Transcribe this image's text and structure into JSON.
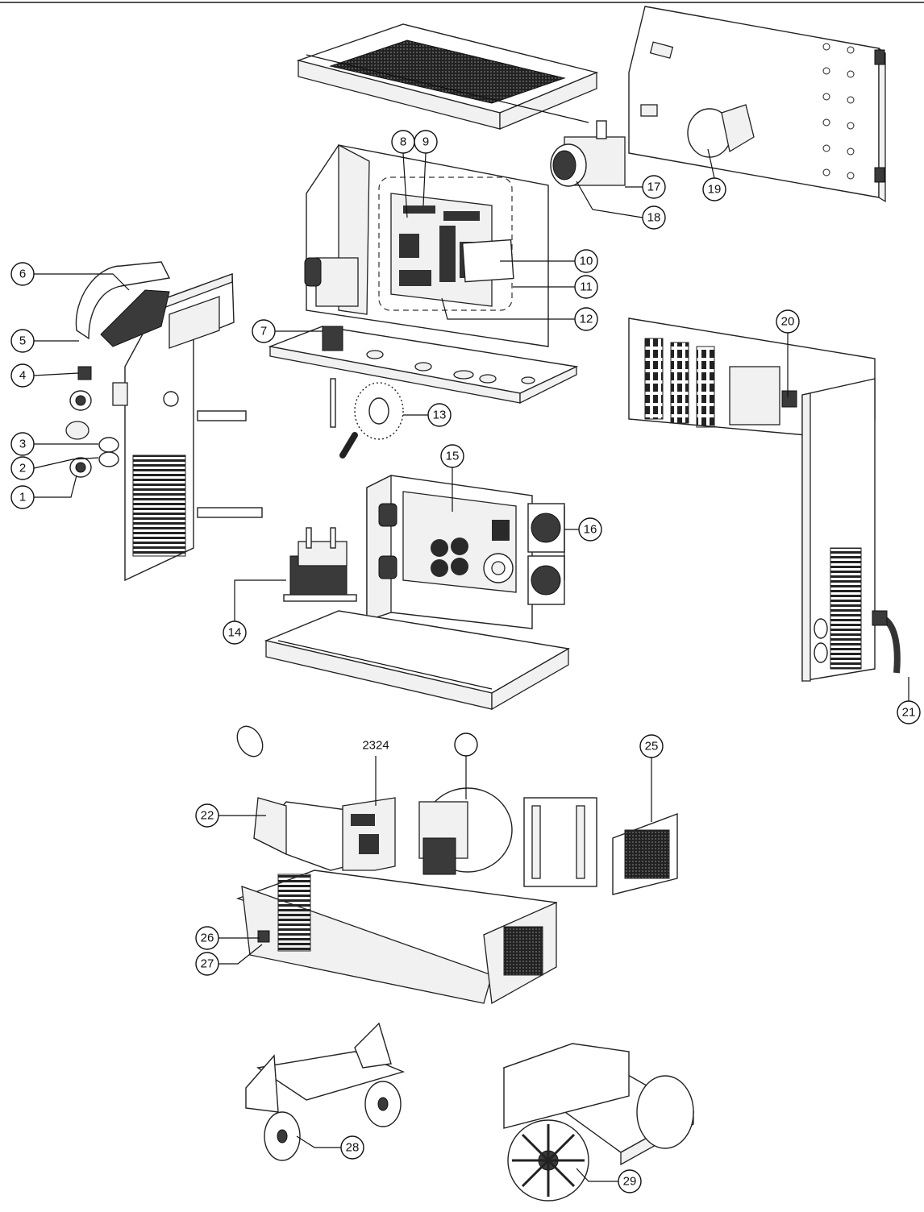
{
  "diagram": {
    "callouts": [
      {
        "id": "c1",
        "label": "1"
      },
      {
        "id": "c2",
        "label": "2"
      },
      {
        "id": "c3",
        "label": "3"
      },
      {
        "id": "c4",
        "label": "4"
      },
      {
        "id": "c5",
        "label": "5"
      },
      {
        "id": "c6",
        "label": "6"
      },
      {
        "id": "c7",
        "label": "7"
      },
      {
        "id": "c8",
        "label": "8"
      },
      {
        "id": "c9",
        "label": "9"
      },
      {
        "id": "c10",
        "label": "10"
      },
      {
        "id": "c11",
        "label": "11"
      },
      {
        "id": "c12",
        "label": "12"
      },
      {
        "id": "c13",
        "label": "13"
      },
      {
        "id": "c14",
        "label": "14"
      },
      {
        "id": "c15",
        "label": "15"
      },
      {
        "id": "c16",
        "label": "16"
      },
      {
        "id": "c17",
        "label": "17"
      },
      {
        "id": "c18",
        "label": "18"
      },
      {
        "id": "c19",
        "label": "19"
      },
      {
        "id": "c20",
        "label": "20"
      },
      {
        "id": "c21",
        "label": "21"
      },
      {
        "id": "c22",
        "label": "22"
      },
      {
        "id": "c2324",
        "label": "2324"
      },
      {
        "id": "cblank",
        "label": ""
      },
      {
        "id": "c25",
        "label": "25"
      },
      {
        "id": "c26",
        "label": "26"
      },
      {
        "id": "c27",
        "label": "27"
      },
      {
        "id": "c28",
        "label": "28"
      },
      {
        "id": "c29",
        "label": "29"
      }
    ]
  }
}
